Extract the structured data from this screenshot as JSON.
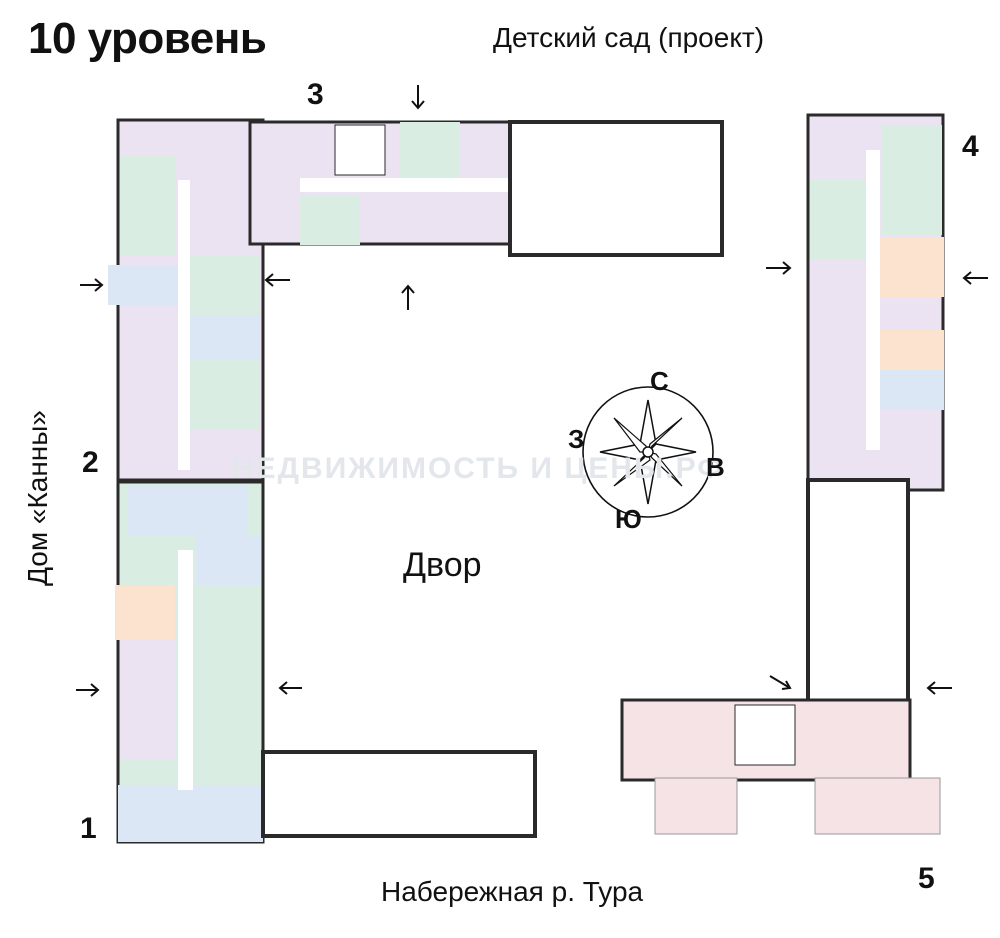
{
  "header": {
    "level_title": "10 уровень"
  },
  "labels": {
    "top": "Детский сад (проект)",
    "bottom": "Набережная р. Тура",
    "side": "Дом «Канны»",
    "yard": "Двор",
    "watermark": "НЕДВИЖИМОСТЬ И ЦЕНЫ.РФ"
  },
  "sections": {
    "s1": "1",
    "s2": "2",
    "s3": "3",
    "s4": "4",
    "s5": "5"
  },
  "compass": {
    "north": "С",
    "south": "Ю",
    "east": "В",
    "west": "З"
  },
  "colors": {
    "green": "#d9ede2",
    "purple": "#ebe2f2",
    "blue": "#dbe7f5",
    "orange": "#fbe3cf",
    "pink": "#f6e3e6",
    "wall": "#2a2a2a"
  }
}
